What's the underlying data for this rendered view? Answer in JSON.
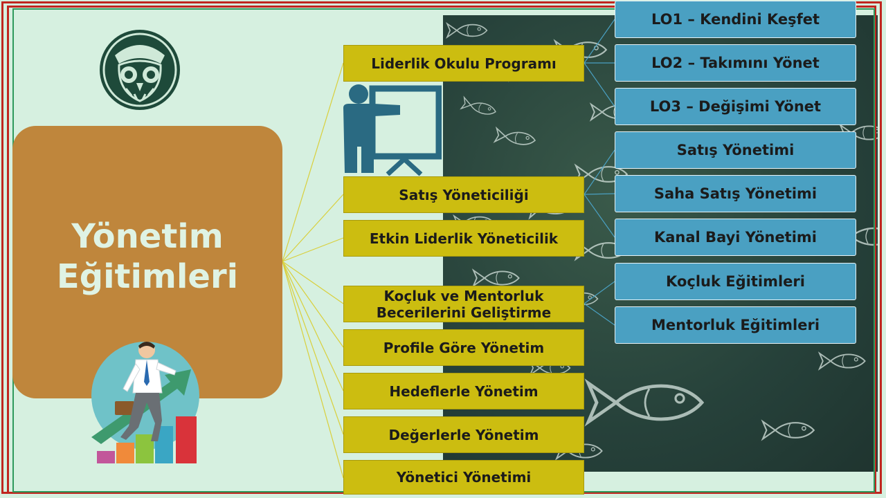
{
  "root": {
    "title_line1": "Yönetim",
    "title_line2": "Eğitimleri"
  },
  "branches": [
    {
      "label": "Liderlik Okulu Programı"
    },
    {
      "label": "Satış Yöneticiliği"
    },
    {
      "label": "Etkin Liderlik Yöneticilik"
    },
    {
      "label_line1": "Koçluk ve Mentorluk",
      "label_line2": "Becerilerini Geliştirme"
    },
    {
      "label": "Profile Göre Yönetim"
    },
    {
      "label": "Hedeflerle Yönetim"
    },
    {
      "label": "Değerlerle Yönetim"
    },
    {
      "label": "Yönetici Yönetimi"
    }
  ],
  "sub_branches": {
    "liderlik": [
      "LO1 – Kendini Keşfet",
      "LO2 – Takımını Yönet",
      "LO3 – Değişimi Yönet"
    ],
    "satis": [
      "Satış Yönetimi",
      "Saha Satış Yönetimi",
      "Kanal Bayi Yönetimi"
    ],
    "kocluk": [
      "Koçluk Eğitimleri",
      "Mentorluk Eğitimleri"
    ]
  },
  "icons": [
    "owl-logo-icon",
    "presenter-board-icon",
    "growth-businessman-icon",
    "fish-school-background"
  ],
  "colors": {
    "background": "#d6f0e0",
    "root_box": "#bf863c",
    "root_text": "#dff3e4",
    "branch_box": "#ccbd10",
    "sub_branch_box": "#4aa0c2",
    "frame_red": "#c0261f",
    "connector_yellow": "#d9cf3a",
    "connector_blue": "#4aa0c2"
  }
}
